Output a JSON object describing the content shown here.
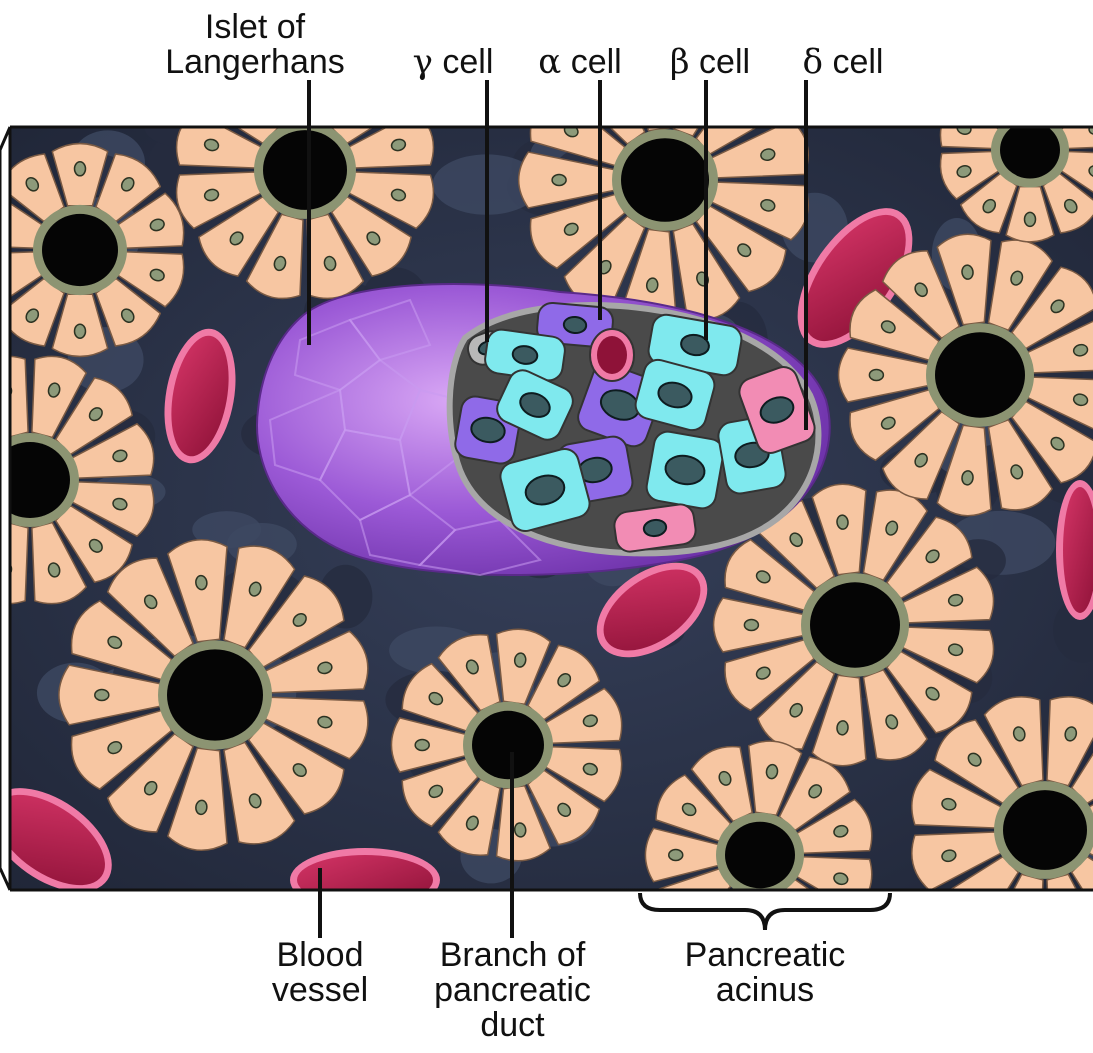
{
  "labels": {
    "islet": "Islet of\nLangerhans",
    "gamma": "cell",
    "alpha": "cell",
    "beta": "cell",
    "delta": "cell",
    "blood_vessel": "Blood\nvessel",
    "duct": "Branch of\npancreatic\nduct",
    "acinus": "Pancreatic\nacinus"
  },
  "greek": {
    "gamma": "γ",
    "alpha": "α",
    "beta": "β",
    "delta": "δ"
  },
  "colors": {
    "background": "#2c3448",
    "acinar_cell": "#f7c6a2",
    "acinar_cell_edge": "#7a5a43",
    "nucleus": "#8d9a7a",
    "lumen": "#050505",
    "lumen_ring": "#8c9472",
    "islet_capsule": "#9b59d6",
    "alpha_cell": "#8f6ae8",
    "beta_cell": "#7fe9ee",
    "delta_cell": "#f28cb4",
    "gamma_cell": "#b8b8b8",
    "blood_vessel": "#b8204f",
    "blood_vessel_rim": "#f07aa6"
  }
}
